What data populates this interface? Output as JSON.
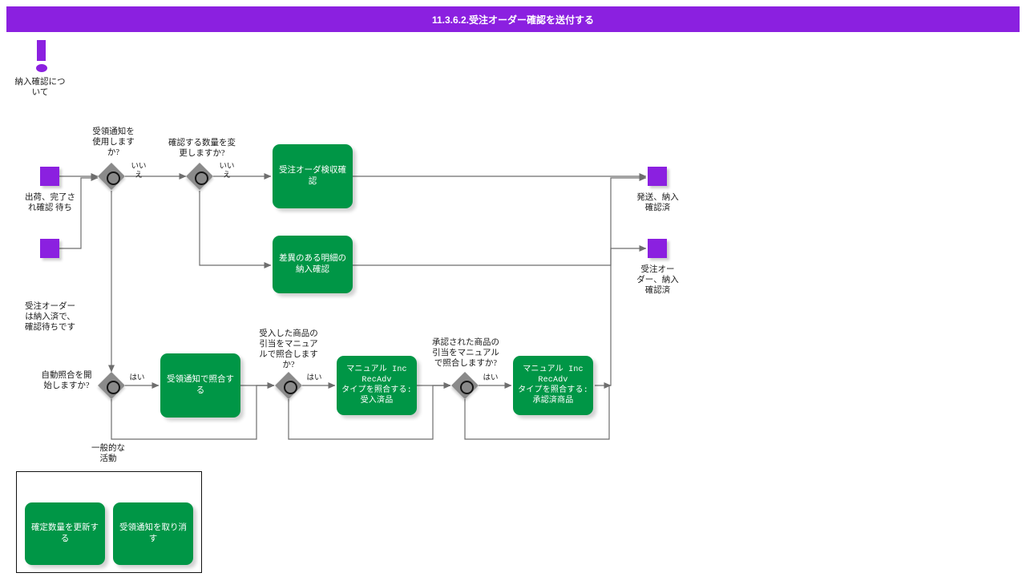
{
  "title": "11.3.6.2.受注オーダー確認を送付する",
  "colors": {
    "title_bar": "#8B20E0",
    "event": "#8B20E0",
    "task": "#009646",
    "gateway": "#8A8A8A",
    "edge": "#6E6E6E"
  },
  "annotation": {
    "icon": "exclamation-icon",
    "label": "納入確認につ\nいて"
  },
  "events": [
    {
      "name": "start-shipment-complete",
      "label": "出荷、完了さ\nれ確認 待ち"
    },
    {
      "name": "start-order-delivered",
      "label": "受注オーダー\nは納入済で、\n確認待ちです"
    },
    {
      "name": "end-shipment-delivery-confirmed",
      "label": "発送、納入\n確認済"
    },
    {
      "name": "end-order-delivery-confirmed",
      "label": "受注オー\nダー、納入\n確認済"
    }
  ],
  "gateways": [
    {
      "name": "gateway-use-receipt-notice",
      "label": "受領通知を\n使用します\nか?",
      "out_label": "いい\nえ"
    },
    {
      "name": "gateway-change-confirm-qty",
      "label": "確認する数量を変\n更しますか?",
      "out_label": "いい\nえ"
    },
    {
      "name": "gateway-start-auto-match",
      "label": "自動照合を開\n始しますか?",
      "out_label": "はい"
    },
    {
      "name": "gateway-manual-match-received",
      "label": "受入した商品の\n引当をマニュア\nルで照合します\nか?",
      "out_label": "はい"
    },
    {
      "name": "gateway-manual-match-approved",
      "label": "承認された商品の\n引当をマニュアル\nで照合しますか?",
      "out_label": "はい"
    }
  ],
  "tasks": [
    {
      "name": "task-order-receipt-inspection",
      "label": "受注オーダ検収確\n認",
      "mono": false
    },
    {
      "name": "task-discrepancy-delivery-confirm",
      "label": "差異のある明細の\n納入確認",
      "mono": false
    },
    {
      "name": "task-match-with-receipt-notice",
      "label": "受領通知で照合す\nる",
      "mono": false
    },
    {
      "name": "task-manual-inc-recadv-received",
      "label": "マニュアル Inc\nRecAdv\nタイプを照合する:\n受入済品",
      "mono": true
    },
    {
      "name": "task-manual-inc-recadv-approved",
      "label": "マニュアル Inc\nRecAdv\nタイプを照合する:\n承認済商品",
      "mono": true
    }
  ],
  "group": {
    "label": "一般的な\n活動",
    "tasks": [
      {
        "name": "task-update-confirmed-qty",
        "label": "確定数量を更新す\nる"
      },
      {
        "name": "task-cancel-receipt-notice",
        "label": "受領通知を取り消\nす"
      }
    ]
  }
}
